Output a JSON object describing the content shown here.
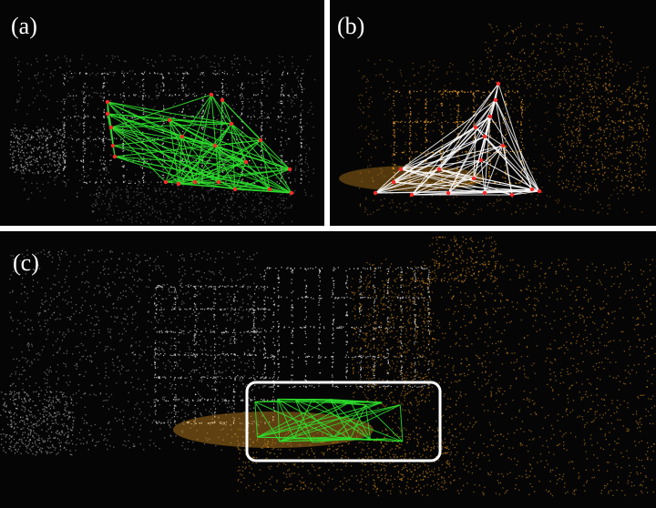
{
  "panels": {
    "a": {
      "label": "(a)"
    },
    "b": {
      "label": "(b)"
    },
    "c": {
      "label": "(c)"
    }
  },
  "colors": {
    "cloud_a": "#cfcfcf",
    "cloud_b": "#e79a22",
    "graph_green": "#2ee02e",
    "graph_white": "#ffffff",
    "node_red": "#ff2a2a",
    "highlight_box": "#ffffff"
  }
}
